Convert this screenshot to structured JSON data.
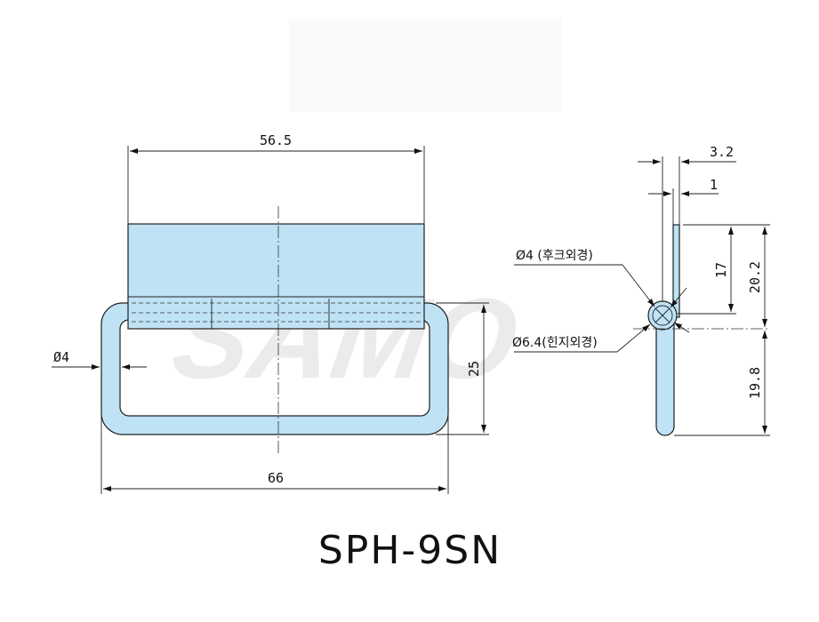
{
  "watermark": "SAMO",
  "model_label": "SPH-9SN",
  "front_view": {
    "dim_leaf_width": "56.5",
    "dim_overall_width": "66",
    "dim_handle_height": "25",
    "dim_rod_dia": "Ø4"
  },
  "side_view": {
    "dim_thickness": "3.2",
    "dim_leaf_thk": "1",
    "dim_leaf_height": "17",
    "dim_upper_total": "20.2",
    "dim_handle_drop": "19.8",
    "note_hook_dia": "Ø4 (후크외경)",
    "note_hinge_dia": "Ø6.4(힌지외경)"
  },
  "colors": {
    "part_fill": "#bfe3f5",
    "outline": "#1f1f1f",
    "background": "#ffffff"
  }
}
